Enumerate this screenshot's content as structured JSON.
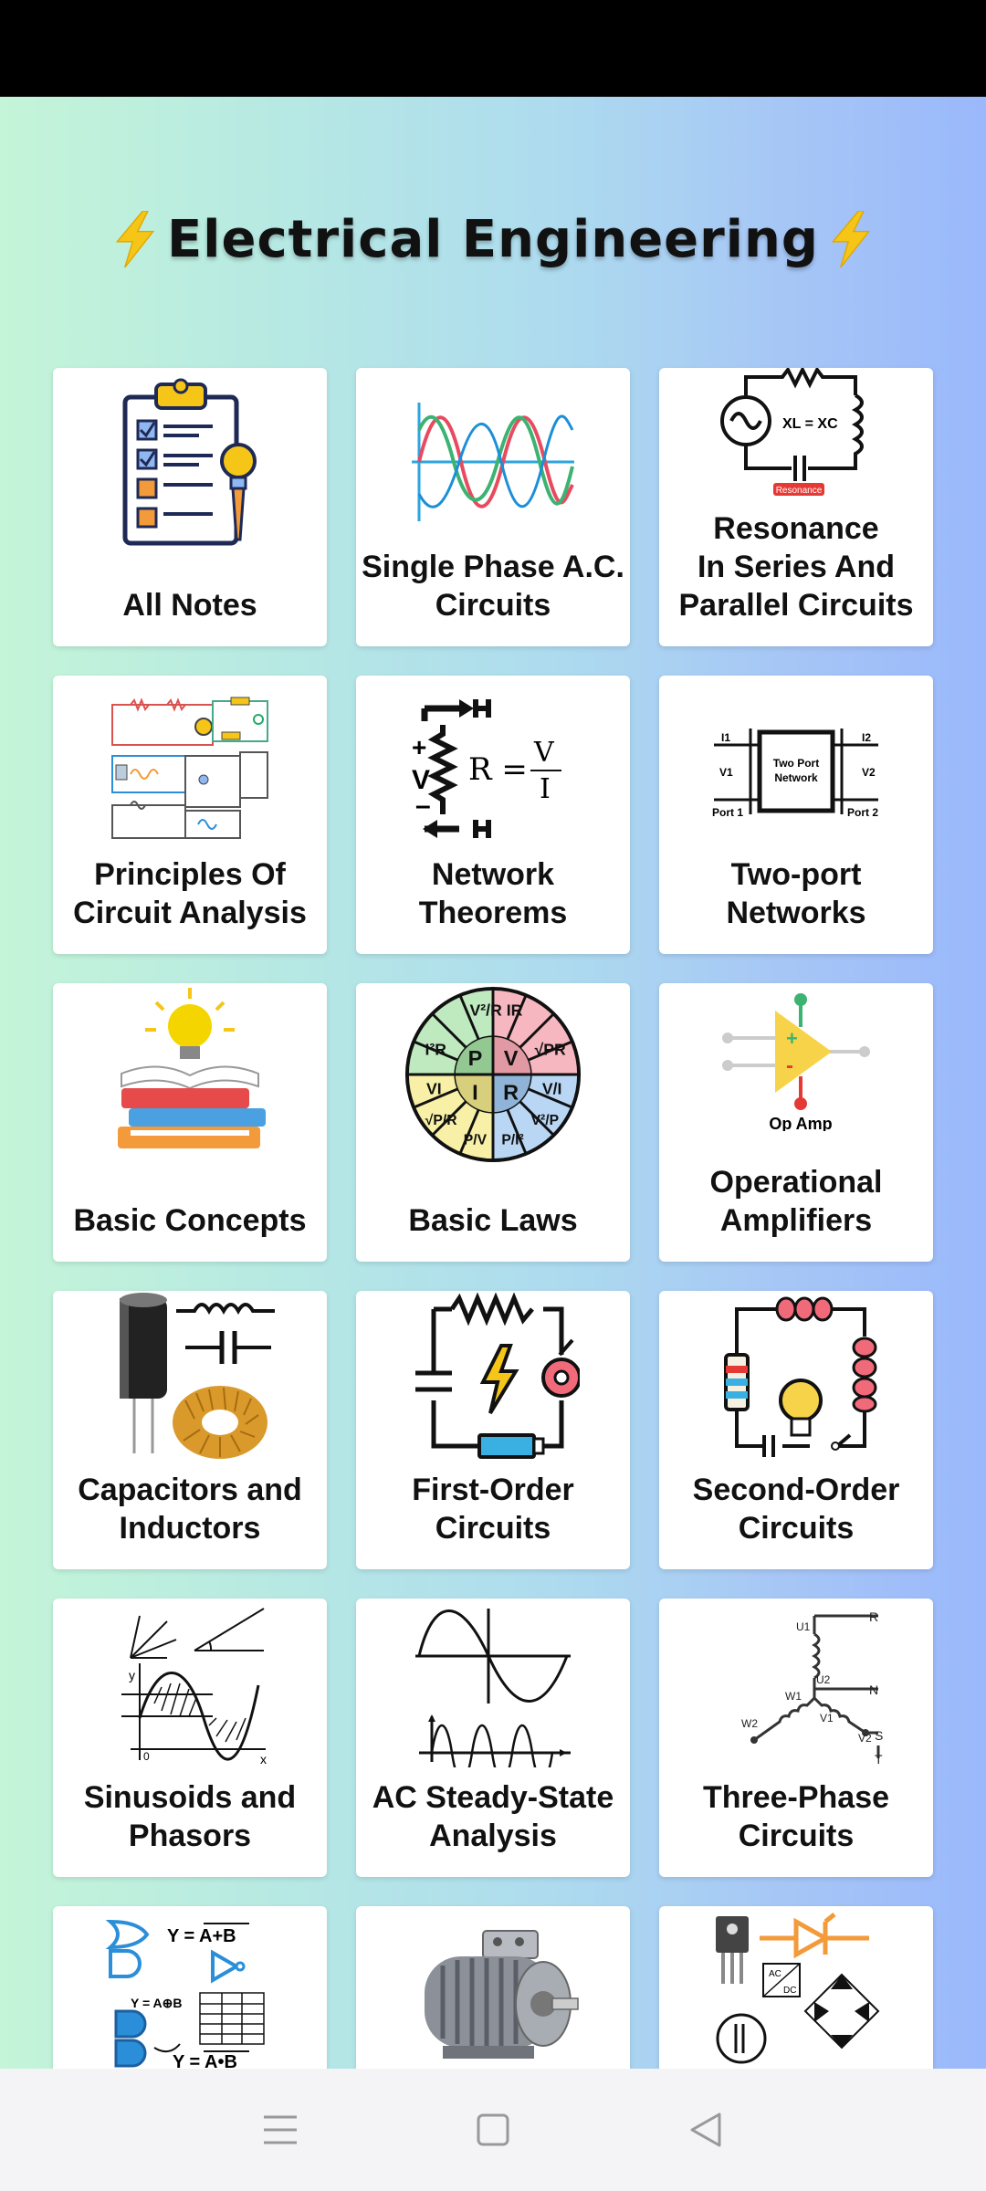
{
  "app": {
    "title": "Electrical Engineering",
    "accent_color": "#f5c518"
  },
  "cards": [
    {
      "label": "All Notes",
      "icon": "clipboard-checklist-icon"
    },
    {
      "label": "Single Phase A.C.\nCircuits",
      "icon": "sine-waves-icon"
    },
    {
      "label": "Resonance\nIn Series And\nParallel Circuits",
      "icon": "resonance-circuit-icon",
      "icon_text": "Resonance",
      "icon_formula": "XL = XC"
    },
    {
      "label": "Principles Of\nCircuit Analysis",
      "icon": "circuit-diagram-icon"
    },
    {
      "label": "Network\nTheorems",
      "icon": "ohms-law-icon",
      "icon_formula": "R = V/I"
    },
    {
      "label": "Two-port\nNetworks",
      "icon": "two-port-network-icon",
      "icon_text": "Two Port\nNetwork",
      "port1": "Port 1",
      "port2": "Port 2"
    },
    {
      "label": "Basic Concepts",
      "icon": "books-lightbulb-icon"
    },
    {
      "label": "Basic Laws",
      "icon": "ohms-law-wheel-icon"
    },
    {
      "label": "Operational\nAmplifiers",
      "icon": "op-amp-icon",
      "icon_text": "Op Amp"
    },
    {
      "label": "Capacitors and\nInductors",
      "icon": "capacitor-inductor-icon"
    },
    {
      "label": "First-Order\nCircuits",
      "icon": "first-order-circuit-icon"
    },
    {
      "label": "Second-Order\nCircuits",
      "icon": "second-order-circuit-icon"
    },
    {
      "label": "Sinusoids and\nPhasors",
      "icon": "phasor-graph-icon"
    },
    {
      "label": "AC Steady-State\nAnalysis",
      "icon": "ac-waveform-icon"
    },
    {
      "label": "Three-Phase\nCircuits",
      "icon": "three-phase-icon"
    },
    {
      "label": "",
      "icon": "logic-gates-icon"
    },
    {
      "label": "",
      "icon": "electric-motor-icon"
    },
    {
      "label": "",
      "icon": "power-electronics-icon"
    }
  ],
  "nav": {
    "menu_icon": "menu-icon",
    "home_icon": "home-square-icon",
    "back_icon": "back-triangle-icon"
  }
}
